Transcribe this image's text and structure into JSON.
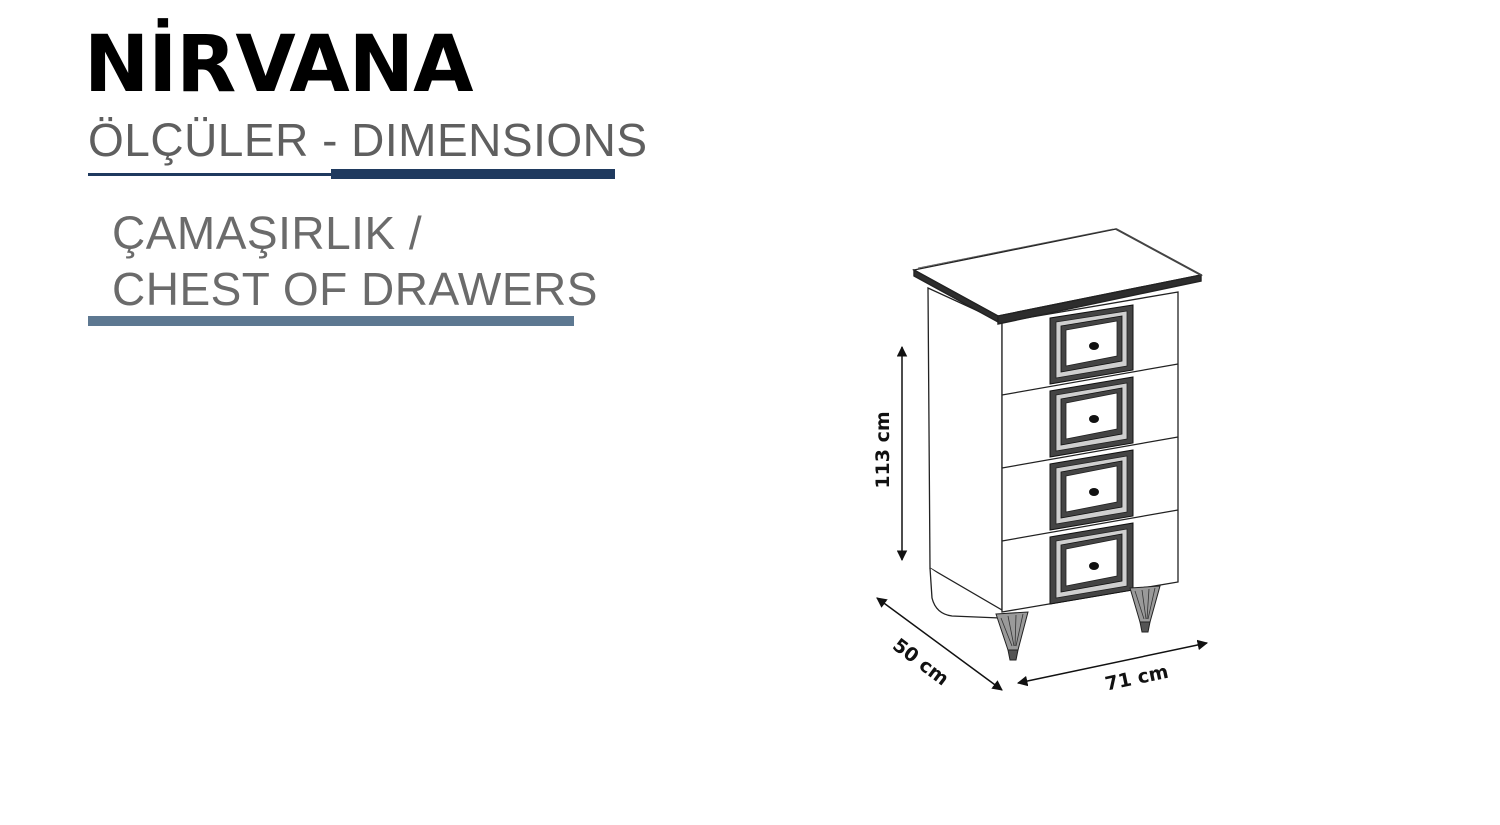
{
  "header": {
    "brand": "NİRVANA",
    "subtitle": "ÖLÇÜLER - DIMENSIONS"
  },
  "product": {
    "name_tr": "ÇAMAŞIRLIK /",
    "name_en": "CHEST OF DRAWERS"
  },
  "dimensions": {
    "height": "113 cm",
    "depth": "50 cm",
    "width": "71 cm"
  },
  "colors": {
    "accent_dark": "#1f3a5f",
    "accent_light": "#5d7891",
    "text_gray": "#5f5f5f"
  }
}
